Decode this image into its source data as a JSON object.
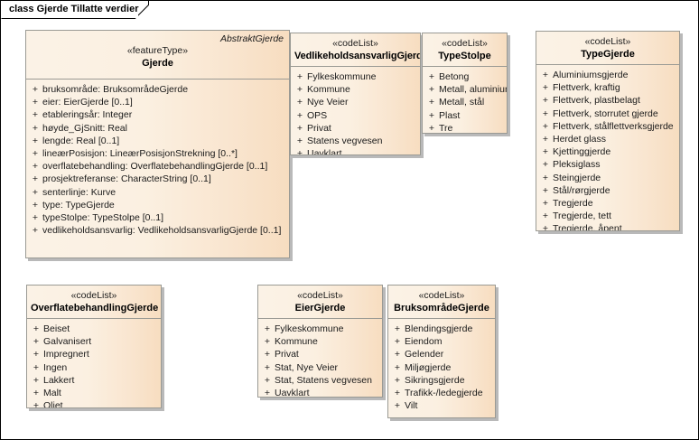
{
  "frame": {
    "label": "class Gjerde Tillatte verdier"
  },
  "classes": {
    "gjerde": {
      "abstract_marker": "AbstraktGjerde",
      "stereotype": "«featureType»",
      "name": "Gjerde",
      "attributes": [
        {
          "vis": "+",
          "sig": "bruksområde: BruksområdeGjerde"
        },
        {
          "vis": "+",
          "sig": "eier: EierGjerde [0..1]"
        },
        {
          "vis": "+",
          "sig": "etableringsår: Integer"
        },
        {
          "vis": "+",
          "sig": "høyde_GjSnitt: Real"
        },
        {
          "vis": "+",
          "sig": "lengde: Real [0..1]"
        },
        {
          "vis": "+",
          "sig": "lineærPosisjon: LineærPosisjonStrekning [0..*]"
        },
        {
          "vis": "+",
          "sig": "overflatebehandling: OverflatebehandlingGjerde [0..1]"
        },
        {
          "vis": "+",
          "sig": "prosjektreferanse: CharacterString [0..1]"
        },
        {
          "vis": "+",
          "sig": "senterlinje: Kurve"
        },
        {
          "vis": "+",
          "sig": "type: TypeGjerde"
        },
        {
          "vis": "+",
          "sig": "typeStolpe: TypeStolpe [0..1]"
        },
        {
          "vis": "+",
          "sig": "vedlikeholdsansvarlig: VedlikeholdsansvarligGjerde [0..1]"
        }
      ]
    },
    "vedlikeholdsansvarlig_gjerde": {
      "stereotype": "«codeList»",
      "name": "VedlikeholdsansvarligGjerde",
      "attributes": [
        {
          "vis": "+",
          "sig": "Fylkeskommune"
        },
        {
          "vis": "+",
          "sig": "Kommune"
        },
        {
          "vis": "+",
          "sig": "Nye Veier"
        },
        {
          "vis": "+",
          "sig": "OPS"
        },
        {
          "vis": "+",
          "sig": "Privat"
        },
        {
          "vis": "+",
          "sig": "Statens vegvesen"
        },
        {
          "vis": "+",
          "sig": "Uavklart"
        }
      ]
    },
    "type_stolpe": {
      "stereotype": "«codeList»",
      "name": "TypeStolpe",
      "attributes": [
        {
          "vis": "+",
          "sig": "Betong"
        },
        {
          "vis": "+",
          "sig": "Metall, aluminium"
        },
        {
          "vis": "+",
          "sig": "Metall, stål"
        },
        {
          "vis": "+",
          "sig": "Plast"
        },
        {
          "vis": "+",
          "sig": "Tre"
        }
      ]
    },
    "type_gjerde": {
      "stereotype": "«codeList»",
      "name": "TypeGjerde",
      "attributes": [
        {
          "vis": "+",
          "sig": "Aluminiumsgjerde"
        },
        {
          "vis": "+",
          "sig": "Flettverk, kraftig"
        },
        {
          "vis": "+",
          "sig": "Flettverk, plastbelagt"
        },
        {
          "vis": "+",
          "sig": "Flettverk, storrutet gjerde"
        },
        {
          "vis": "+",
          "sig": "Flettverk, stålflettverksgjerde"
        },
        {
          "vis": "+",
          "sig": "Herdet glass"
        },
        {
          "vis": "+",
          "sig": "Kjettinggjerde"
        },
        {
          "vis": "+",
          "sig": "Pleksiglass"
        },
        {
          "vis": "+",
          "sig": "Steingjerde"
        },
        {
          "vis": "+",
          "sig": "Stål/rørgjerde"
        },
        {
          "vis": "+",
          "sig": "Tregjerde"
        },
        {
          "vis": "+",
          "sig": "Tregjerde, tett"
        },
        {
          "vis": "+",
          "sig": "Tregjerde, åpent"
        }
      ]
    },
    "overflatebehandling_gjerde": {
      "stereotype": "«codeList»",
      "name": "OverflatebehandlingGjerde",
      "attributes": [
        {
          "vis": "+",
          "sig": "Beiset"
        },
        {
          "vis": "+",
          "sig": "Galvanisert"
        },
        {
          "vis": "+",
          "sig": "Impregnert"
        },
        {
          "vis": "+",
          "sig": "Ingen"
        },
        {
          "vis": "+",
          "sig": "Lakkert"
        },
        {
          "vis": "+",
          "sig": "Malt"
        },
        {
          "vis": "+",
          "sig": "Oljet"
        }
      ]
    },
    "eier_gjerde": {
      "stereotype": "«codeList»",
      "name": "EierGjerde",
      "attributes": [
        {
          "vis": "+",
          "sig": "Fylkeskommune"
        },
        {
          "vis": "+",
          "sig": "Kommune"
        },
        {
          "vis": "+",
          "sig": "Privat"
        },
        {
          "vis": "+",
          "sig": "Stat, Nye Veier"
        },
        {
          "vis": "+",
          "sig": "Stat, Statens vegvesen"
        },
        {
          "vis": "+",
          "sig": "Uavklart"
        }
      ]
    },
    "bruksomrade_gjerde": {
      "stereotype": "«codeList»",
      "name": "BruksområdeGjerde",
      "attributes": [
        {
          "vis": "+",
          "sig": "Blendingsgjerde"
        },
        {
          "vis": "+",
          "sig": "Eiendom"
        },
        {
          "vis": "+",
          "sig": "Gelender"
        },
        {
          "vis": "+",
          "sig": "Miljøgjerde"
        },
        {
          "vis": "+",
          "sig": "Sikringsgjerde"
        },
        {
          "vis": "+",
          "sig": "Trafikk-/ledegjerde"
        },
        {
          "vis": "+",
          "sig": "Vilt"
        }
      ]
    }
  },
  "colors": {
    "box_fill_left": "#fbf2e6",
    "box_fill_right": "#f7ddc0",
    "box_border": "#9a9a94",
    "shadow": "#b9b9b9",
    "canvas_border": "#000000",
    "text": "#1a1a1a"
  }
}
